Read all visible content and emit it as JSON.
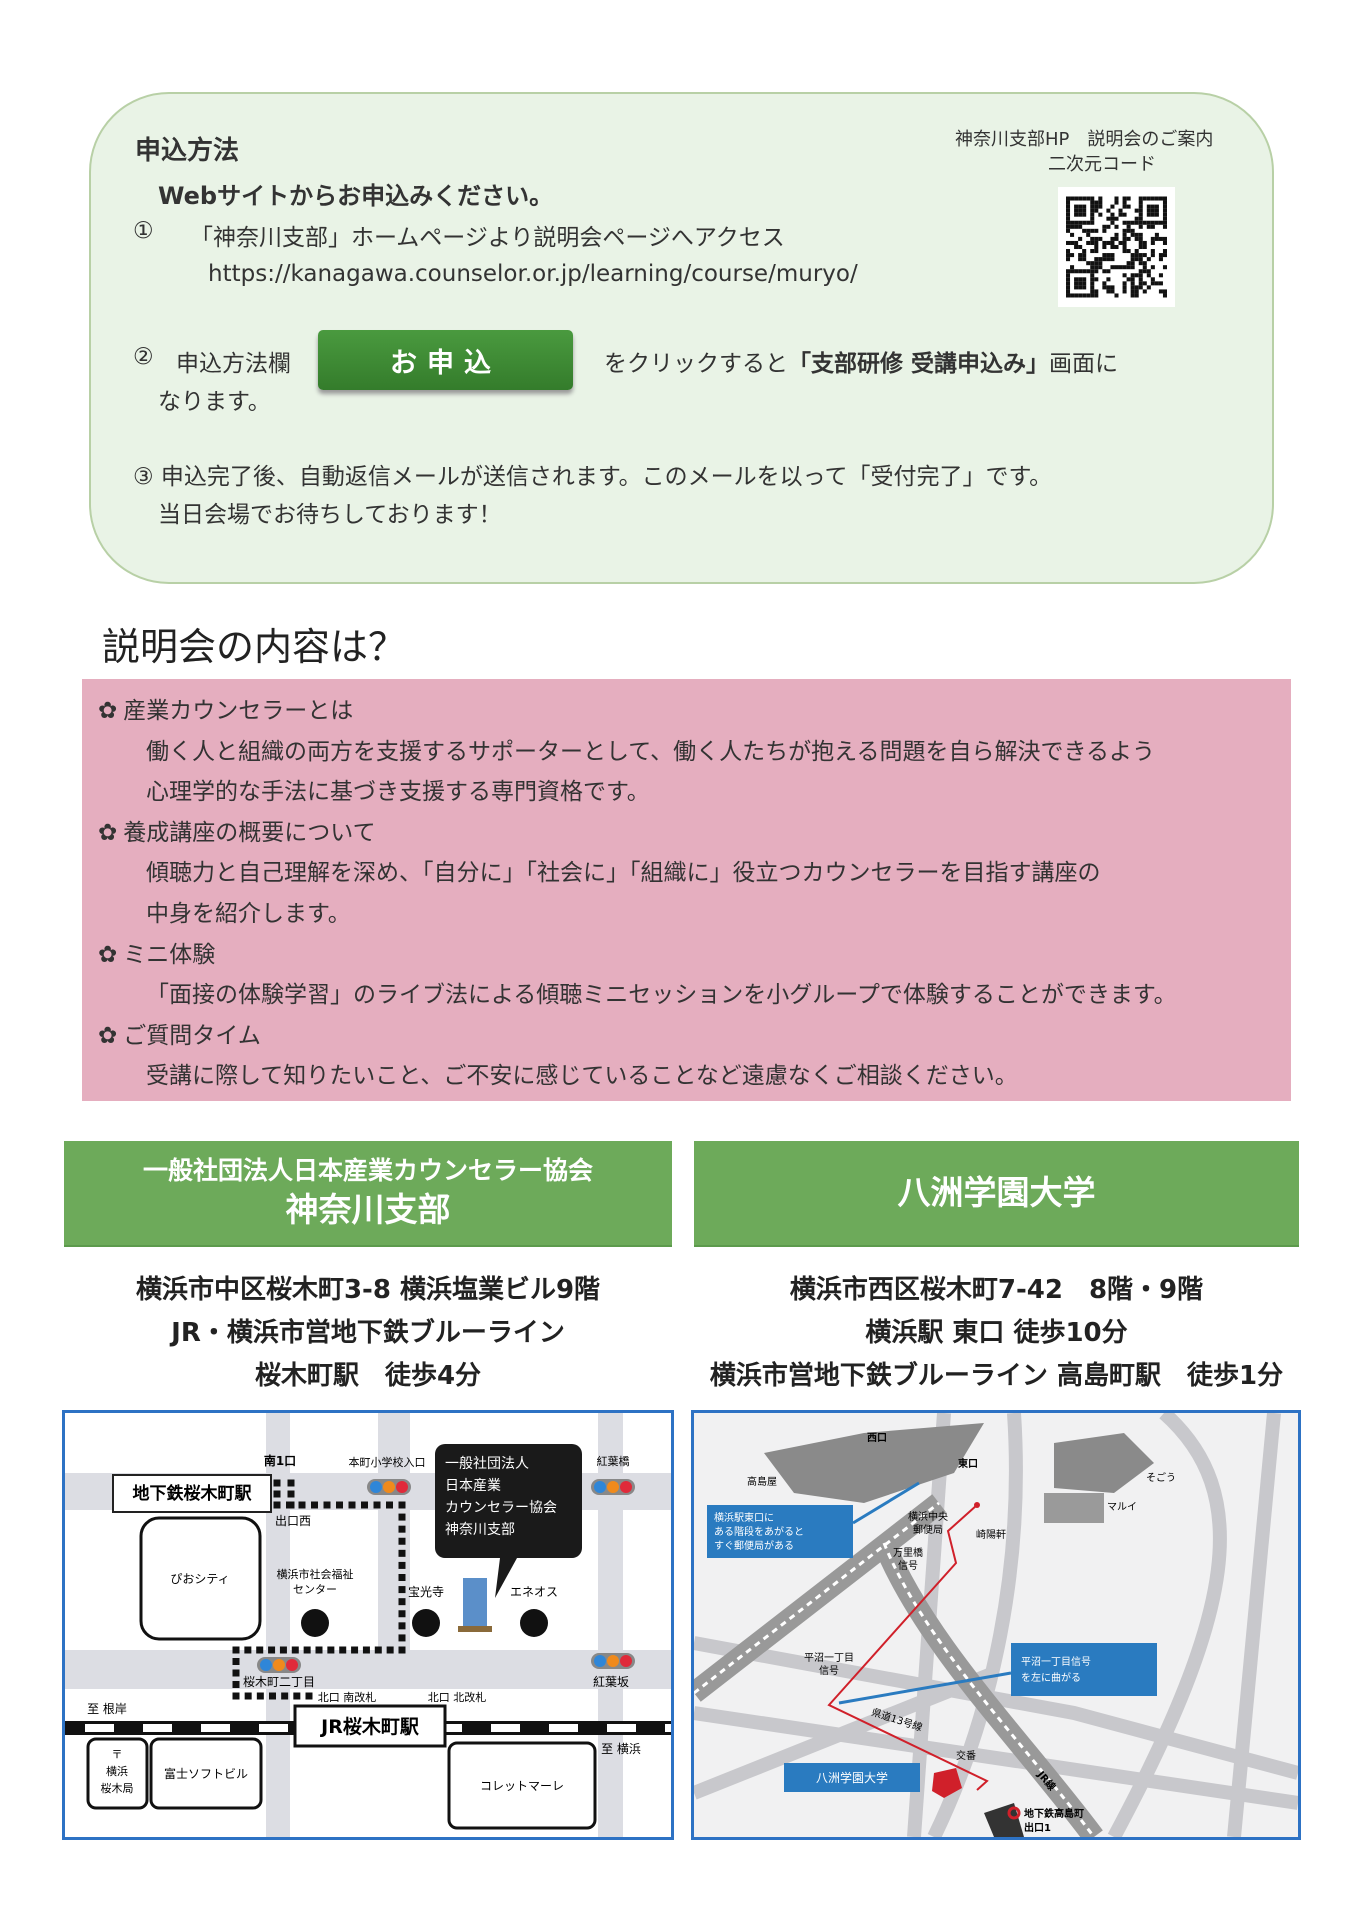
{
  "apply": {
    "title": "申込方法",
    "intro": "Webサイトからお申込みください。",
    "step1_num": "①",
    "step1": "「神奈川支部」ホームページより説明会ページへアクセス",
    "url": "https://kanagawa.counselor.or.jp/learning/course/muryo/",
    "step2_num": "②",
    "step2_pre": "申込方法欄",
    "button": "お申込",
    "step2_post": "をクリックすると",
    "step2_bold": "「支部研修 受講申込み」",
    "step2_end": "画面に",
    "step2_cont": "なります。",
    "step3": "③ 申込完了後、自動返信メールが送信されます。このメールを以って「受付完了」です。",
    "step3_cont": "当日会場でお待ちしております！",
    "qr_label1": "神奈川支部HP　説明会のご案内",
    "qr_label2": "二次元コード"
  },
  "content": {
    "title": "説明会の内容は？",
    "items": [
      {
        "heading": "産業カウンセラーとは",
        "lines": [
          "働く人と組織の両方を支援するサポーターとして、働く人たちが抱える問題を自ら解決できるよう",
          "心理学的な手法に基づき支援する専門資格です。"
        ]
      },
      {
        "heading": "養成講座の概要について",
        "lines": [
          "傾聴力と自己理解を深め、「自分に」「社会に」「組織に」役立つカウンセラーを目指す講座の",
          "中身を紹介します。"
        ]
      },
      {
        "heading": "ミニ体験",
        "lines": [
          "「面接の体験学習」のライブ法による傾聴ミニセッションを小グループで体験することができます。"
        ]
      },
      {
        "heading": "ご質問タイム",
        "lines": [
          "受講に際して知りたいこと、ご不安に感じていることなど遠慮なくご相談ください。"
        ]
      }
    ]
  },
  "venue_left": {
    "org": "一般社団法人日本産業カウンセラー協会",
    "branch": "神奈川支部",
    "address": [
      "横浜市中区桜木町3-8 横浜塩業ビル9階",
      "JR・横浜市営地下鉄ブルーライン",
      "桜木町駅　徒歩4分"
    ],
    "map": {
      "subway_station": "地下鉄桜木町駅",
      "minami1": "南1口",
      "exit_west": "出口西",
      "honcho": "本町小学校入口",
      "callout": [
        "一般社団法人",
        "日本産業",
        "カウンセラー協会",
        "神奈川支部"
      ],
      "momijibashi": "紅葉橋",
      "pio": "ぴおシティ",
      "welfare": [
        "横浜市社会福祉",
        "センター"
      ],
      "hokoji": "宝光寺",
      "eneos": "エネオス",
      "nichome": "桜木町二丁目",
      "north_south_gate": "北口 南改札",
      "north_north_gate": "北口 北改札",
      "momijizaka": "紅葉坂",
      "to_negishi": "至 根岸",
      "jr_station": "JR桜木町駅",
      "to_yokohama": "至 横浜",
      "post": [
        "〒",
        "横浜",
        "桜木局"
      ],
      "fujisoft": "富士ソフトビル",
      "collet": "コレットマーレ"
    }
  },
  "venue_right": {
    "name": "八洲学園大学",
    "address": [
      "横浜市西区桜木町7-42　8階・9階",
      "横浜駅 東口 徒歩10分",
      "横浜市営地下鉄ブルーライン 高島町駅　徒歩1分"
    ],
    "map": {
      "west_exit": "西口",
      "east_exit": "東口",
      "takashimaya": "高島屋",
      "sogo": "そごう",
      "marui": "マルイ",
      "note1": [
        "横浜駅東口に",
        "ある階段をあがると",
        "すぐ郵便局がある"
      ],
      "post": [
        "横浜中央",
        "郵便局"
      ],
      "kiyoken": "崎陽軒",
      "banri": [
        "万里橋",
        "信号"
      ],
      "hiranuma": [
        "平沼一丁目",
        "信号"
      ],
      "note2": [
        "平沼一丁目信号",
        "を左に曲がる"
      ],
      "route13": "県道13号線",
      "koban": "交番",
      "jr_line": "JR線",
      "univ": "八洲学園大学",
      "subway_exit": [
        "地下鉄高島町",
        "出口1"
      ]
    }
  }
}
